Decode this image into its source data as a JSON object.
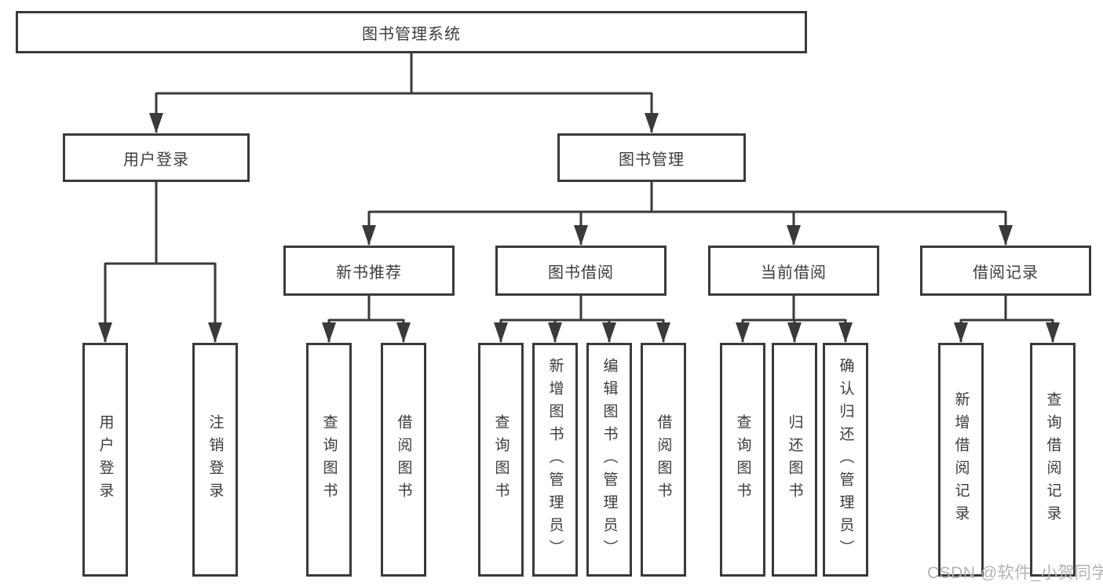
{
  "diagram_title": "图书管理系统",
  "colors": {
    "line": "#3a3a3a",
    "box_border": "#3a3a3a",
    "text": "#3c3c3c",
    "background": "#ffffff",
    "watermark": "#b5b2b2"
  },
  "nodes": {
    "root": "图书管理系统",
    "login_group": "用户登录",
    "mgmt_group": "图书管理",
    "newbook_group": "新书推荐",
    "borrow_group": "图书借阅",
    "current_group": "当前借阅",
    "records_group": "借阅记录",
    "leaf_login_user": "用户登录",
    "leaf_login_logout": "注销登录",
    "leaf_newbook_query": "查询图书",
    "leaf_newbook_borrow": "借阅图书",
    "leaf_borrow_query": "查询图书",
    "leaf_borrow_add": "新增图书（管理员）",
    "leaf_borrow_edit": "编辑图书（管理员）",
    "leaf_borrow_borrow": "借阅图书",
    "leaf_current_query": "查询图书",
    "leaf_current_return": "归还图书",
    "leaf_current_confirm": "确认归还（管理员）",
    "leaf_records_add": "新增借阅记录",
    "leaf_records_query": "查询借阅记录"
  },
  "hierarchy": {
    "图书管理系统": {
      "用户登录": [
        "用户登录",
        "注销登录"
      ],
      "图书管理": {
        "新书推荐": [
          "查询图书",
          "借阅图书"
        ],
        "图书借阅": [
          "查询图书",
          "新增图书（管理员）",
          "编辑图书（管理员）",
          "借阅图书"
        ],
        "当前借阅": [
          "查询图书",
          "归还图书",
          "确认归还（管理员）"
        ],
        "借阅记录": [
          "新增借阅记录",
          "查询借阅记录"
        ]
      }
    }
  },
  "watermark": "CSDN @软件_小贺同学"
}
